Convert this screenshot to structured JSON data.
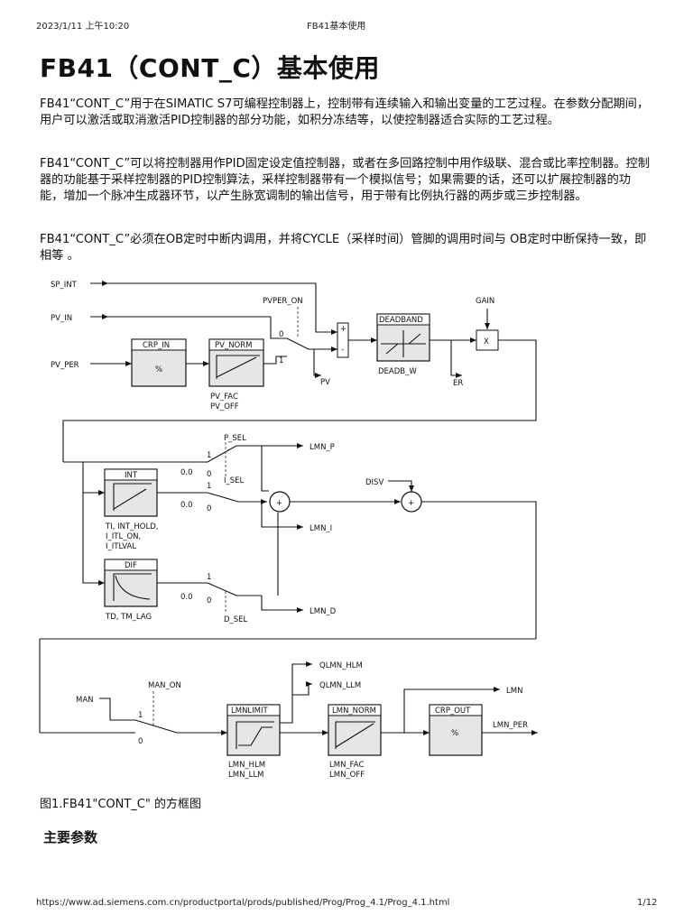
{
  "header": {
    "datetime": "2023/1/11 上午10:20",
    "title": "FB41基本使用"
  },
  "page_title": "FB41（CONT_C）基本使用",
  "paragraphs": [
    "FB41“CONT_C”用于在SIMATIC S7可编程控制器上，控制带有连续输入和输出变量的工艺过程。在参数分配期间，用户可以激活或取消激活PID控制器的部分功能，如积分冻结等，以使控制器适合实际的工艺过程。",
    "FB41“CONT_C”可以将控制器用作PID固定设定值控制器，或者在多回路控制中用作级联、混合或比率控制器。控制器的功能基于采样控制器的PID控制算法，采样控制器带有一个模拟信号；如果需要的话，还可以扩展控制器的功能，增加一个脉冲生成器环节，以产生脉宽调制的输出信号，用于带有比例执行器的两步或三步控制器。",
    "FB41“CONT_C”必须在OB定时中断内调用，并将CYCLE（采样时间）管脚的调用时间与 OB定时中断保持一致，即相等 。"
  ],
  "diagram": {
    "inputs": {
      "sp_int": "SP_INT",
      "pv_in": "PV_IN",
      "pv_per": "PV_PER",
      "man": "MAN"
    },
    "switch_labels": {
      "pvper_on": "PVPER_ON",
      "p_sel": "P_SEL",
      "i_sel": "I_SEL",
      "d_sel": "D_SEL",
      "man_on": "MAN_ON"
    },
    "blocks": {
      "crp_in": {
        "title": "CRP_IN",
        "symbol": "%"
      },
      "pv_norm": {
        "title": "PV_NORM",
        "params": [
          "PV_FAC",
          "PV_OFF"
        ]
      },
      "deadband": {
        "title": "DEADBAND",
        "param": "DEADB_W"
      },
      "gain": {
        "label": "GAIN",
        "symbol": "X"
      },
      "int": {
        "title": "INT",
        "params": [
          "TI, INT_HOLD,",
          "I_ITL_ON,",
          "I_ITLVAL"
        ]
      },
      "dif": {
        "title": "DIF",
        "params": [
          "TD, TM_LAG"
        ]
      },
      "lmnlimit": {
        "title": "LMNLIMIT",
        "params": [
          "LMN_HLM",
          "LMN_LLM"
        ]
      },
      "lmn_norm": {
        "title": "LMN_NORM",
        "params": [
          "LMN_FAC",
          "LMN_OFF"
        ]
      },
      "crp_out": {
        "title": "CRP_OUT",
        "symbol": "%"
      }
    },
    "outputs": {
      "pv": "PV",
      "er": "ER",
      "lmn_p": "LMN_P",
      "lmn_i": "LMN_I",
      "lmn_d": "LMN_D",
      "qlmn_hlm": "QLMN_HLM",
      "qlmn_llm": "QLMN_LLM",
      "lmn": "LMN",
      "lmn_per": "LMN_PER"
    },
    "disv": "DISV",
    "constants": {
      "one": "1",
      "zero": "0",
      "zero_real": "0.0",
      "plus": "+",
      "minus": "-"
    }
  },
  "caption": "图1.FB41\"CONT_C\" 的方框图",
  "section_heading": "主要参数",
  "footer": {
    "url": "https://www.ad.siemens.com.cn/productportal/prods/published/Prog/Prog_4.1/Prog_4.1.html",
    "page": "1/12"
  }
}
